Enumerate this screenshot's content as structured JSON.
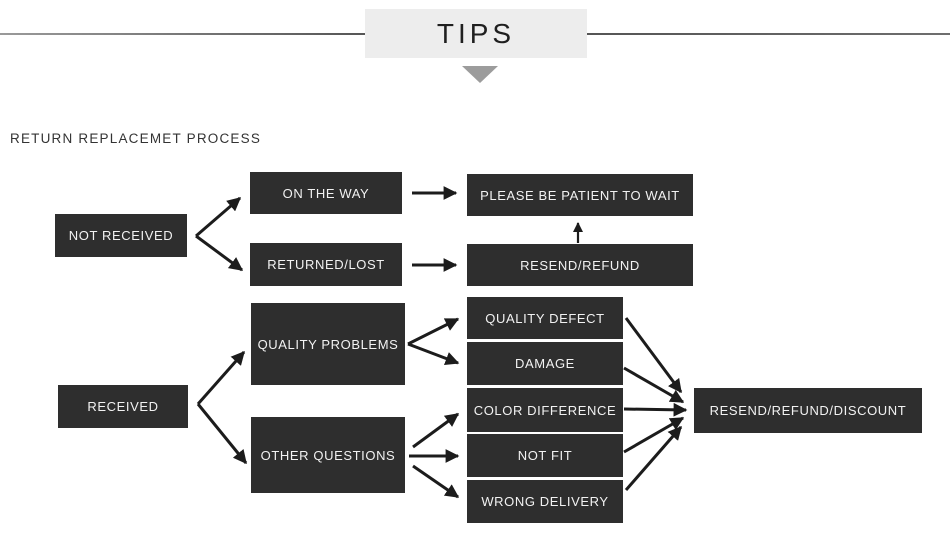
{
  "header": {
    "title": "TIPS"
  },
  "section_title": "RETURN REPLACEMET PROCESS",
  "flowchart": {
    "nodes": {
      "not_received": "NOT RECEIVED",
      "on_the_way": "ON THE WAY",
      "returned_lost": "RETURNED/LOST",
      "please_wait": "PLEASE BE PATIENT TO WAIT",
      "resend_refund": "RESEND/REFUND",
      "received": "RECEIVED",
      "quality_problems": "QUALITY PROBLEMS",
      "other_questions": "OTHER QUESTIONS",
      "quality_defect": "QUALITY DEFECT",
      "damage": "DAMAGE",
      "color_difference": "COLOR DIFFERENCE",
      "not_fit": "NOT FIT",
      "wrong_delivery": "WRONG DELIVERY",
      "resend_refund_discount": "RESEND/REFUND/DISCOUNT"
    },
    "edges": [
      {
        "from": "not_received",
        "to": "on_the_way"
      },
      {
        "from": "not_received",
        "to": "returned_lost"
      },
      {
        "from": "on_the_way",
        "to": "please_wait"
      },
      {
        "from": "returned_lost",
        "to": "resend_refund"
      },
      {
        "from": "resend_refund",
        "to": "please_wait"
      },
      {
        "from": "received",
        "to": "quality_problems"
      },
      {
        "from": "received",
        "to": "other_questions"
      },
      {
        "from": "quality_problems",
        "to": "quality_defect"
      },
      {
        "from": "quality_problems",
        "to": "damage"
      },
      {
        "from": "other_questions",
        "to": "color_difference"
      },
      {
        "from": "other_questions",
        "to": "not_fit"
      },
      {
        "from": "other_questions",
        "to": "wrong_delivery"
      },
      {
        "from": "quality_defect",
        "to": "resend_refund_discount"
      },
      {
        "from": "damage",
        "to": "resend_refund_discount"
      },
      {
        "from": "color_difference",
        "to": "resend_refund_discount"
      },
      {
        "from": "not_fit",
        "to": "resend_refund_discount"
      },
      {
        "from": "wrong_delivery",
        "to": "resend_refund_discount"
      }
    ],
    "colors": {
      "node_background": "#2e2e2e",
      "node_text": "#f2f2f2",
      "banner_background": "#ededed",
      "arrow": "#1c1c1c",
      "triangle": "#9c9c9c",
      "divider_line": "#6e6e6e"
    }
  }
}
